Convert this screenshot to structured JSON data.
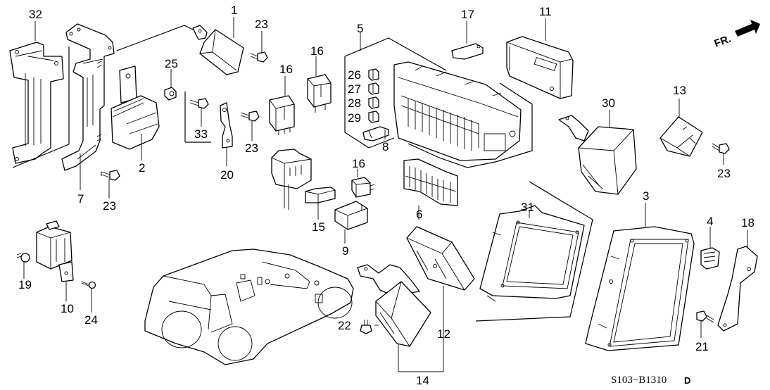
{
  "diagram": {
    "type": "exploded-parts-diagram",
    "subject": "Control units / relays (cabin)",
    "direction_indicator": {
      "label": "FR.",
      "icon": "arrow-right-icon"
    },
    "diagram_code": {
      "text": "S103−B1310",
      "suffix": "D"
    },
    "callouts": [
      {
        "id": "c1",
        "label": "1",
        "part": "relay-unit"
      },
      {
        "id": "c2",
        "label": "2",
        "part": "control-unit"
      },
      {
        "id": "c3",
        "label": "3",
        "part": "ecu-module"
      },
      {
        "id": "c4",
        "label": "4",
        "part": "connector-clip"
      },
      {
        "id": "c5",
        "label": "5",
        "part": "fuse-relay-box"
      },
      {
        "id": "c6",
        "label": "6",
        "part": "fuse-box-cover"
      },
      {
        "id": "c7",
        "label": "7",
        "part": "mounting-bracket"
      },
      {
        "id": "c8",
        "label": "8",
        "part": "fuse-puller"
      },
      {
        "id": "c9",
        "label": "9",
        "part": "relay"
      },
      {
        "id": "c10",
        "label": "10",
        "part": "relay-with-bracket"
      },
      {
        "id": "c11",
        "label": "11",
        "part": "control-unit-module"
      },
      {
        "id": "c12",
        "label": "12",
        "part": "control-unit"
      },
      {
        "id": "c13",
        "label": "13",
        "part": "relay"
      },
      {
        "id": "c14",
        "label": "14",
        "part": "control-unit-assembly"
      },
      {
        "id": "c15",
        "label": "15",
        "part": "diode"
      },
      {
        "id": "c16a",
        "label": "16",
        "part": "relay"
      },
      {
        "id": "c16b",
        "label": "16",
        "part": "relay"
      },
      {
        "id": "c16c",
        "label": "16",
        "part": "mini-relay"
      },
      {
        "id": "c17",
        "label": "17",
        "part": "relay-connector"
      },
      {
        "id": "c18",
        "label": "18",
        "part": "bracket"
      },
      {
        "id": "c19",
        "label": "19",
        "part": "clip"
      },
      {
        "id": "c20",
        "label": "20",
        "part": "stay"
      },
      {
        "id": "c21",
        "label": "21",
        "part": "bolt"
      },
      {
        "id": "c22",
        "label": "22",
        "part": "bolt"
      },
      {
        "id": "c23a",
        "label": "23",
        "part": "bolt-washer"
      },
      {
        "id": "c23b",
        "label": "23",
        "part": "bolt-washer"
      },
      {
        "id": "c23c",
        "label": "23",
        "part": "bolt-washer"
      },
      {
        "id": "c23d",
        "label": "23",
        "part": "bolt-washer"
      },
      {
        "id": "c24",
        "label": "24",
        "part": "screw"
      },
      {
        "id": "c25",
        "label": "25",
        "part": "nut"
      },
      {
        "id": "c26",
        "label": "26",
        "part": "fuse"
      },
      {
        "id": "c27",
        "label": "27",
        "part": "fuse"
      },
      {
        "id": "c28",
        "label": "28",
        "part": "fuse"
      },
      {
        "id": "c29",
        "label": "29",
        "part": "fuse"
      },
      {
        "id": "c30",
        "label": "30",
        "part": "control-unit-with-bracket"
      },
      {
        "id": "c31",
        "label": "31",
        "part": "ecu-module"
      },
      {
        "id": "c32",
        "label": "32",
        "part": "bracket"
      },
      {
        "id": "c33",
        "label": "33",
        "part": "bolt-washer"
      }
    ]
  }
}
